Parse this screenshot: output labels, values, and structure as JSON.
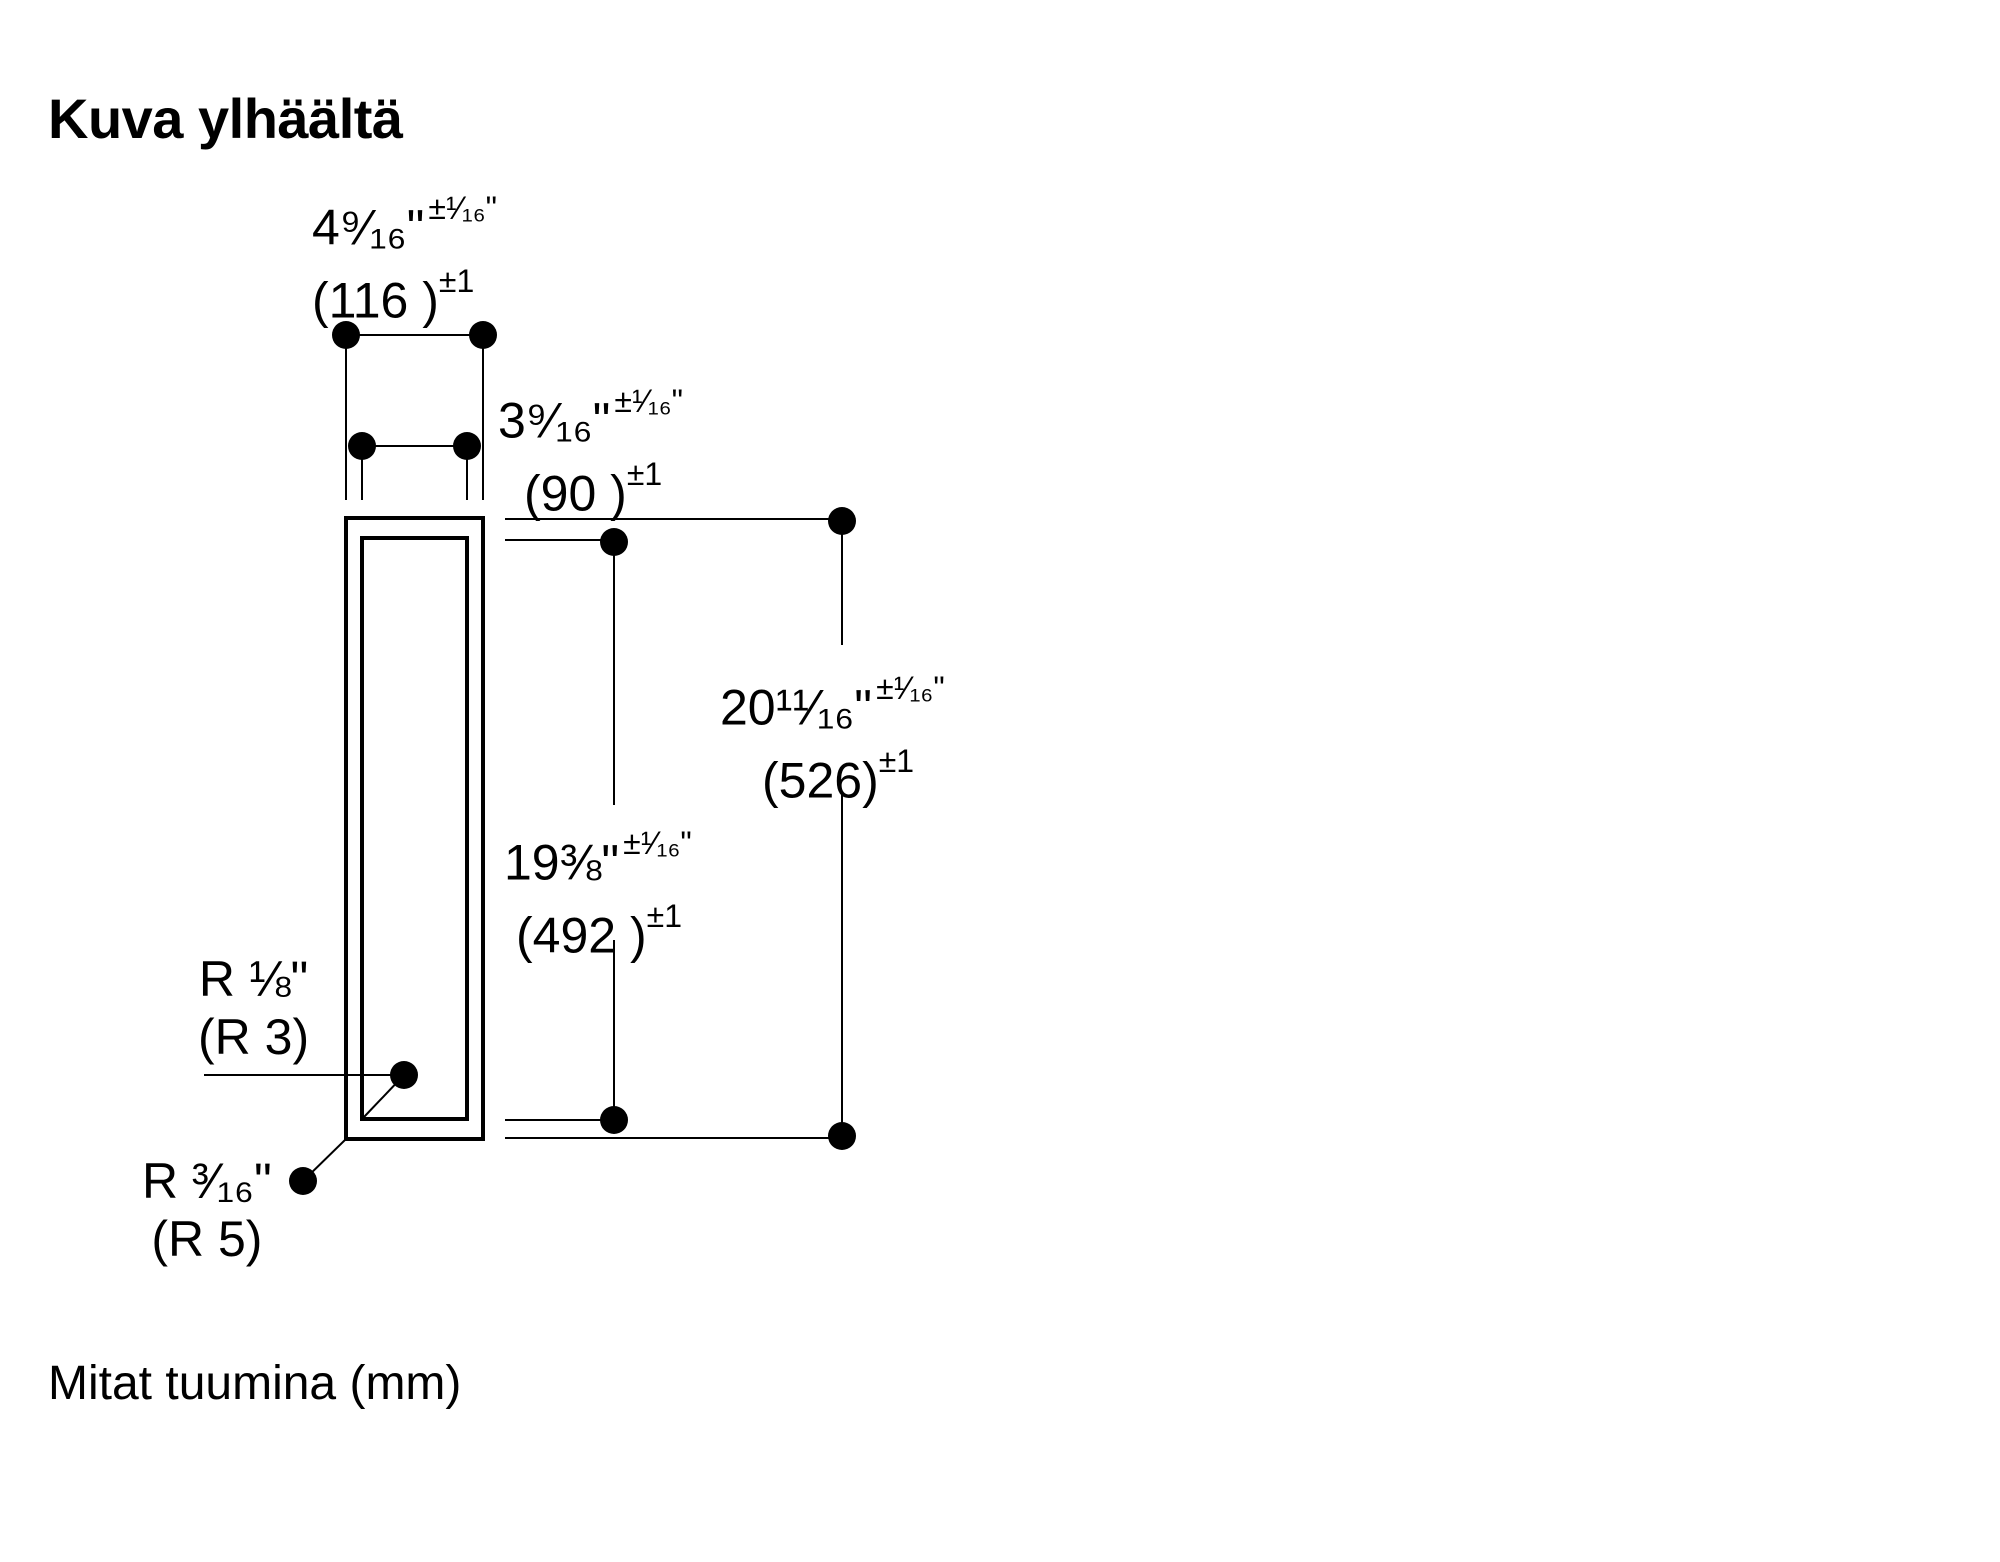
{
  "title": "Kuva ylhäältä",
  "caption": "Mitat tuumina (mm)",
  "colors": {
    "line": "#000000",
    "background": "#ffffff"
  },
  "dimensions": {
    "outer_width": {
      "inch": "4⁹⁄₁₆\"",
      "inch_tol": "±¹⁄₁₆\"",
      "mm": "(116 )",
      "mm_tol": "±1"
    },
    "inner_width": {
      "inch": "3⁹⁄₁₆\"",
      "inch_tol": "±¹⁄₁₆\"",
      "mm": "(90 )",
      "mm_tol": "±1"
    },
    "outer_length": {
      "inch": "20¹¹⁄₁₆\"",
      "inch_tol": "±¹⁄₁₆\"",
      "mm": "(526)",
      "mm_tol": "±1"
    },
    "inner_length": {
      "inch": "19⅜\"",
      "inch_tol": "±¹⁄₁₆\"",
      "mm": "(492 )",
      "mm_tol": "±1"
    },
    "inner_radius": {
      "inch": "R ⅛\"",
      "mm": "(R 3)"
    },
    "outer_radius": {
      "inch": "R ³⁄₁₆\"",
      "mm": "(R 5)"
    }
  }
}
